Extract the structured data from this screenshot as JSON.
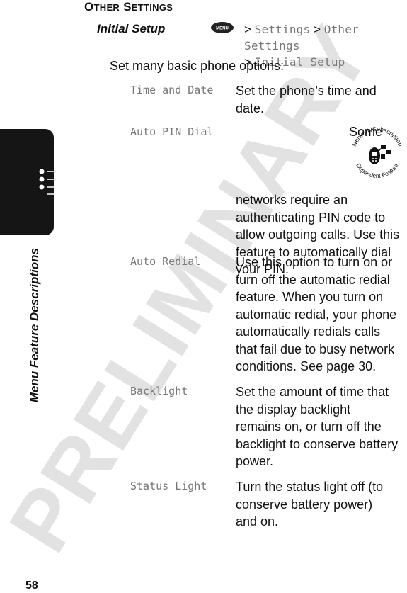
{
  "watermark": "PRELIMINARY",
  "side_label": "Menu Feature Descriptions",
  "page_number": "58",
  "section_title": {
    "first_cap": "O",
    "first_rest": "THER",
    "second_cap": "S",
    "second_rest": "ETTINGS"
  },
  "initial_setup_label": "Initial Setup",
  "menu_key_label": "MENU",
  "path": {
    "sep": ">",
    "item1": "Settings",
    "item2": "Other Settings",
    "item3": "Initial Setup"
  },
  "intro": "Set many basic phone options:",
  "features": [
    {
      "term": "Time and Date",
      "desc": "Set the phone’s time and date."
    },
    {
      "term": "Auto PIN Dial",
      "desc": "Some networks require an authenticating PIN code to allow outgoing calls. Use this feature to automatically dial your PIN."
    },
    {
      "term": "Auto Redial",
      "desc": "Use this option to turn on or turn off the automatic redial feature. When you turn on automatic redial, your phone automatically redials calls that fail due to busy network conditions. See page 30."
    },
    {
      "term": "Backlight",
      "desc": "Set the amount of time that the display backlight remains on, or turn off the backlight to conserve battery power."
    },
    {
      "term": "Status Light",
      "desc": "Turn the status light off (to conserve battery power) and on."
    }
  ],
  "badge": {
    "icon": "network-subscription-icon",
    "top_text": "Network/Subscription",
    "bottom_text": "Dependent Feature"
  }
}
